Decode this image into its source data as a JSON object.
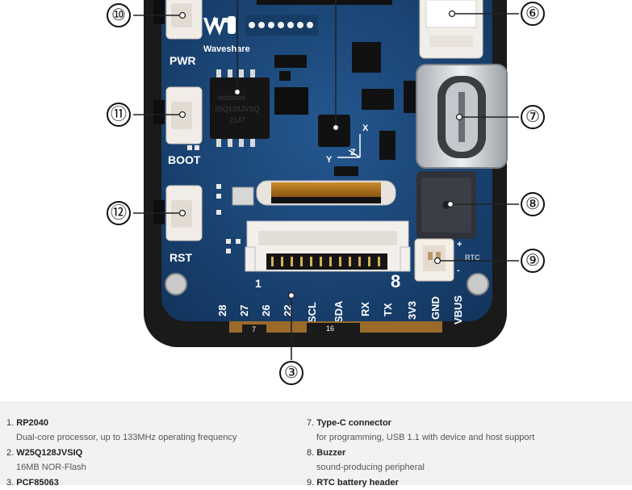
{
  "figure": {
    "callouts": [
      "⑩",
      "⑪",
      "⑫",
      "⑥",
      "⑦",
      "⑧",
      "⑨",
      "③"
    ],
    "silkscreen": {
      "brand": "Waveshare",
      "pwr": "PWR",
      "boot": "BOOT",
      "rst": "RST",
      "fpc_pin1": "1",
      "fpc_pin8": "8",
      "pins": [
        "28",
        "27",
        "26",
        "22",
        "SCL",
        "SDA",
        "RX",
        "TX",
        "3V3",
        "GND",
        "VBUS"
      ],
      "batt_plus": "+",
      "batt_minus": "-",
      "rtc": "RTC",
      "axis_x": "X",
      "axis_y": "Y",
      "axis_z": "Z",
      "flash_marking": [
        "winbond",
        "25Q128JVSQ",
        "2147"
      ],
      "cable_marks": [
        "7",
        "16"
      ]
    }
  },
  "legend": {
    "left": [
      {
        "number": "1.",
        "title": "RP2040",
        "desc": "Dual-core processor, up to 133MHz operating frequency"
      },
      {
        "number": "2.",
        "title": "W25Q128JVSIQ",
        "desc": "16MB NOR-Flash"
      },
      {
        "number": "3.",
        "title": "PCF85063",
        "desc": ""
      }
    ],
    "right": [
      {
        "number": "7.",
        "title": "Type-C connector",
        "desc": "for programming, USB 1.1 with device and host support"
      },
      {
        "number": "8.",
        "title": "Buzzer",
        "desc": "sound-producing peripheral"
      },
      {
        "number": "9.",
        "title": "RTC battery header",
        "desc": ""
      }
    ]
  }
}
